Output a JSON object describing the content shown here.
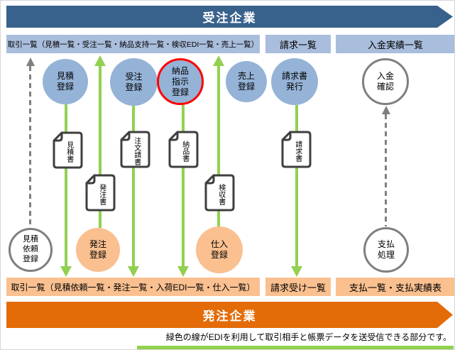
{
  "top_banner": {
    "label": "受注企業"
  },
  "bottom_banner": {
    "label": "発注企業"
  },
  "top_boxes": [
    {
      "label": "取引一覧（見積一覧・受注一覧・納品支持一覧・検収EDI一覧・売上一覧）"
    },
    {
      "label": "請求一覧"
    },
    {
      "label": "入金実績一覧"
    }
  ],
  "bottom_boxes": [
    {
      "label": "取引一覧（見積依頼一覧・発注一覧・入荷EDI一覧・仕入一覧）"
    },
    {
      "label": "請求受け一覧"
    },
    {
      "label": "支払一覧・支払実績表"
    }
  ],
  "top_circles": [
    {
      "label": "見積\n登録",
      "type": "blue"
    },
    {
      "label": "受注\n登録",
      "type": "blue"
    },
    {
      "label": "納品\n指示\n登録",
      "type": "blue",
      "highlight": "red-ring"
    },
    {
      "label": "売上\n登録",
      "type": "blue"
    },
    {
      "label": "請求書\n発行",
      "type": "blue"
    },
    {
      "label": "入金\n確認",
      "type": "white"
    }
  ],
  "bottom_circles": [
    {
      "label": "見積\n依頼\n登録",
      "type": "white"
    },
    {
      "label": "発注\n登録",
      "type": "orange"
    },
    {
      "label": "仕入\n登録",
      "type": "orange"
    },
    {
      "label": "支払\n処理",
      "type": "white"
    }
  ],
  "docs": [
    {
      "label": "見積書"
    },
    {
      "label": "発注書"
    },
    {
      "label": "注文請書"
    },
    {
      "label": "納品書"
    },
    {
      "label": "検収書"
    },
    {
      "label": "請求書"
    }
  ],
  "note": {
    "label": "緑色の線がEDIを利用して取引相手と帳票データを送受信できる部分です。"
  },
  "colors": {
    "banner_blue": "#38618C",
    "box_light_blue": "#A9BDDC",
    "circle_blue": "#95B3D7",
    "orange_fill": "#FAC090",
    "banner_orange": "#E36C09",
    "edi_green": "#92D050",
    "highlight_red": "#FF0000",
    "gray": "#7F7F7F"
  }
}
